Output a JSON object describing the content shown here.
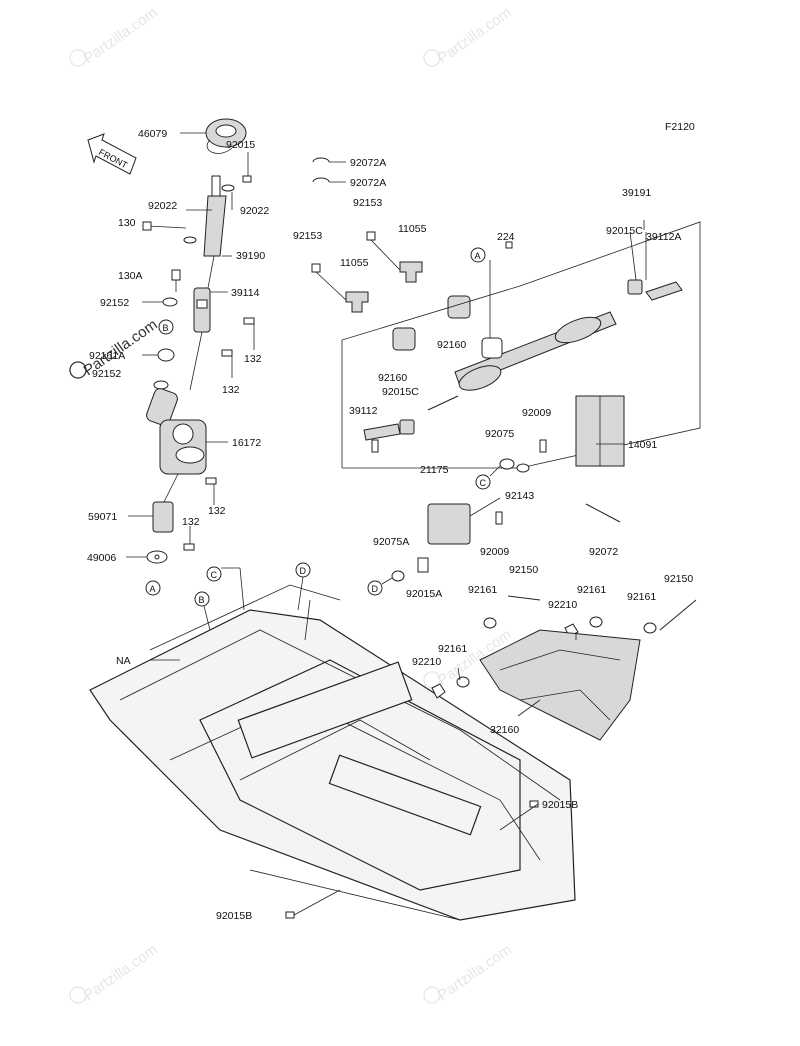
{
  "figure_code": "F2120",
  "front_label": "FRONT",
  "watermark_text": "Partzilla.com",
  "watermark_symbol": "©",
  "parts": [
    {
      "id": "p46079",
      "label": "46079"
    },
    {
      "id": "p92015",
      "label": "92015"
    },
    {
      "id": "p92022a",
      "label": "92022"
    },
    {
      "id": "p92022b",
      "label": "92022"
    },
    {
      "id": "p130",
      "label": "130"
    },
    {
      "id": "p39190",
      "label": "39190"
    },
    {
      "id": "p130A",
      "label": "130A"
    },
    {
      "id": "p39114",
      "label": "39114"
    },
    {
      "id": "p92152a",
      "label": "92152"
    },
    {
      "id": "p132a",
      "label": "132"
    },
    {
      "id": "p92161A",
      "label": "92161A"
    },
    {
      "id": "p92152b",
      "label": "92152"
    },
    {
      "id": "p132b",
      "label": "132"
    },
    {
      "id": "p16172",
      "label": "16172"
    },
    {
      "id": "p132c",
      "label": "132"
    },
    {
      "id": "p59071",
      "label": "59071"
    },
    {
      "id": "p132d",
      "label": "132"
    },
    {
      "id": "p49006",
      "label": "49006"
    },
    {
      "id": "p92072Aa",
      "label": "92072A"
    },
    {
      "id": "p92072Ab",
      "label": "92072A"
    },
    {
      "id": "p92153a",
      "label": "92153"
    },
    {
      "id": "p11055a",
      "label": "11055"
    },
    {
      "id": "p92153b",
      "label": "92153"
    },
    {
      "id": "p11055b",
      "label": "11055"
    },
    {
      "id": "p92160a",
      "label": "92160"
    },
    {
      "id": "p92160b",
      "label": "92160"
    },
    {
      "id": "p92015Ca",
      "label": "92015C"
    },
    {
      "id": "p39112",
      "label": "39112"
    },
    {
      "id": "p224",
      "label": "224"
    },
    {
      "id": "p39191",
      "label": "39191"
    },
    {
      "id": "p39112A",
      "label": "39112A"
    },
    {
      "id": "p92015Cb",
      "label": "92015C"
    },
    {
      "id": "p92009a",
      "label": "92009"
    },
    {
      "id": "p92075",
      "label": "92075"
    },
    {
      "id": "p92143",
      "label": "92143"
    },
    {
      "id": "p14091",
      "label": "14091"
    },
    {
      "id": "p21175",
      "label": "21175"
    },
    {
      "id": "p92009b",
      "label": "92009"
    },
    {
      "id": "p92075A",
      "label": "92075A"
    },
    {
      "id": "p92015A",
      "label": "92015A"
    },
    {
      "id": "p92072",
      "label": "92072"
    },
    {
      "id": "p92150a",
      "label": "92150"
    },
    {
      "id": "p92161a",
      "label": "92161"
    },
    {
      "id": "p92161b",
      "label": "92161"
    },
    {
      "id": "p92150b",
      "label": "92150"
    },
    {
      "id": "p92210a",
      "label": "92210"
    },
    {
      "id": "p92161c",
      "label": "92161"
    },
    {
      "id": "p92161d",
      "label": "92161"
    },
    {
      "id": "p92210b",
      "label": "92210"
    },
    {
      "id": "p32160",
      "label": "32160"
    },
    {
      "id": "pNA",
      "label": "NA"
    },
    {
      "id": "p92015Ba",
      "label": "92015B"
    },
    {
      "id": "p92015Bb",
      "label": "92015B"
    }
  ],
  "reference_markers": [
    {
      "id": "mA1",
      "letter": "A"
    },
    {
      "id": "mB1",
      "letter": "B"
    },
    {
      "id": "mA2",
      "letter": "A"
    },
    {
      "id": "mC1",
      "letter": "C"
    },
    {
      "id": "mD1",
      "letter": "D"
    },
    {
      "id": "mB2",
      "letter": "B"
    },
    {
      "id": "mC2",
      "letter": "C"
    },
    {
      "id": "mD2",
      "letter": "D"
    }
  ]
}
